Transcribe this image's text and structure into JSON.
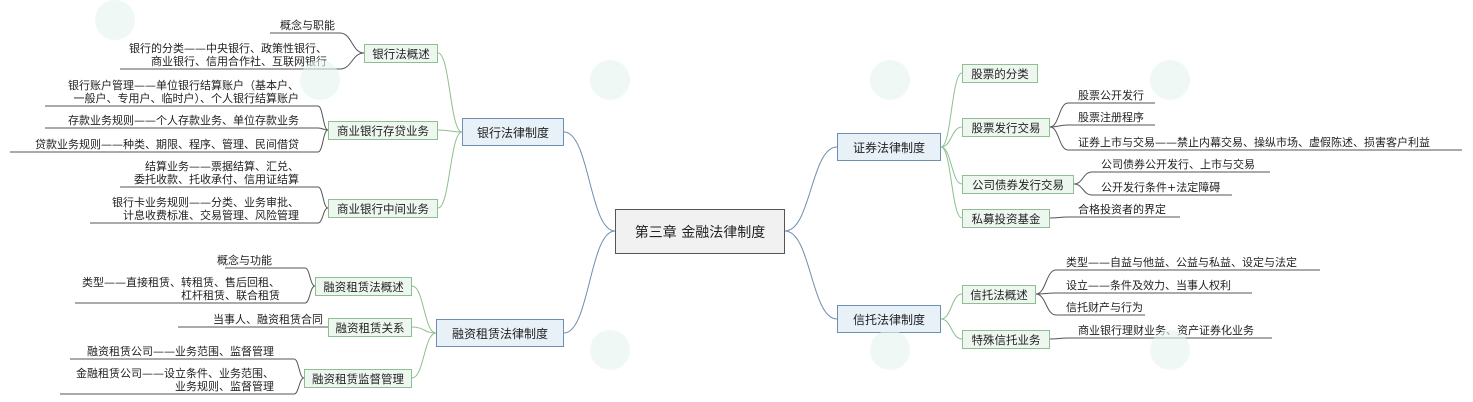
{
  "root": {
    "label": "第三章 金融法律制度"
  },
  "left": [
    {
      "label": "银行法律制度",
      "children": [
        {
          "label": "银行法概述",
          "leaves": [
            {
              "lines": [
                "概念与职能"
              ]
            },
            {
              "lines": [
                "银行的分类——中央银行、政策性银行、",
                "商业银行、信用合作社、互联网银行"
              ]
            }
          ]
        },
        {
          "label": "商业银行存贷业务",
          "leaves": [
            {
              "lines": [
                "银行账户管理——单位银行结算账户（基本户、",
                "一般户、专用户、临时户）、个人银行结算账户"
              ]
            },
            {
              "lines": [
                "存款业务规则——个人存款业务、单位存款业务"
              ]
            },
            {
              "lines": [
                "贷款业务规则——种类、期限、程序、管理、民间借贷"
              ]
            }
          ]
        },
        {
          "label": "商业银行中间业务",
          "leaves": [
            {
              "lines": [
                "结算业务——票据结算、汇兑、",
                "委托收款、托收承付、信用证结算"
              ]
            },
            {
              "lines": [
                "银行卡业务规则——分类、业务审批、",
                "计息收费标准、交易管理、风险管理"
              ]
            }
          ]
        }
      ]
    },
    {
      "label": "融资租赁法律制度",
      "children": [
        {
          "label": "融资租赁法概述",
          "leaves": [
            {
              "lines": [
                "概念与功能"
              ]
            },
            {
              "lines": [
                "类型——直接租赁、转租赁、售后回租、",
                "杠杆租赁、联合租赁"
              ]
            }
          ]
        },
        {
          "label": "融资租赁关系",
          "leaves": [
            {
              "lines": [
                "当事人、融资租赁合同"
              ]
            }
          ]
        },
        {
          "label": "融资租赁监督管理",
          "leaves": [
            {
              "lines": [
                "融资租赁公司——业务范围、监督管理"
              ]
            },
            {
              "lines": [
                "金融租赁公司——设立条件、业务范围、",
                "业务规则、监督管理"
              ]
            }
          ]
        }
      ]
    }
  ],
  "right": [
    {
      "label": "证券法律制度",
      "children": [
        {
          "label": "股票的分类",
          "leaves": []
        },
        {
          "label": "股票发行交易",
          "leaves": [
            {
              "lines": [
                "股票公开发行"
              ]
            },
            {
              "lines": [
                "股票注册程序"
              ]
            },
            {
              "lines": [
                "证券上市与交易——禁止内幕交易、操纵市场、虚假陈述、损害客户利益"
              ]
            }
          ]
        },
        {
          "label": "公司债券发行交易",
          "leaves": [
            {
              "lines": [
                "公司债券公开发行、上市与交易"
              ]
            },
            {
              "lines": [
                "公开发行条件+法定障碍"
              ]
            }
          ]
        },
        {
          "label": "私募投资基金",
          "leaves": [
            {
              "lines": [
                "合格投资者的界定"
              ]
            }
          ]
        }
      ]
    },
    {
      "label": "信托法律制度",
      "children": [
        {
          "label": "信托法概述",
          "leaves": [
            {
              "lines": [
                "类型——自益与他益、公益与私益、设定与法定"
              ]
            },
            {
              "lines": [
                "设立——条件及效力、当事人权利"
              ]
            },
            {
              "lines": [
                "信托财产与行为"
              ]
            }
          ]
        },
        {
          "label": "特殊信托业务",
          "leaves": [
            {
              "lines": [
                "商业银行理财业务、资产证券化业务"
              ]
            }
          ]
        }
      ]
    }
  ],
  "colors": {
    "l1_line": "#6d8fb1",
    "l2_line": "#8fbf91",
    "leaf_line": "#555555"
  }
}
